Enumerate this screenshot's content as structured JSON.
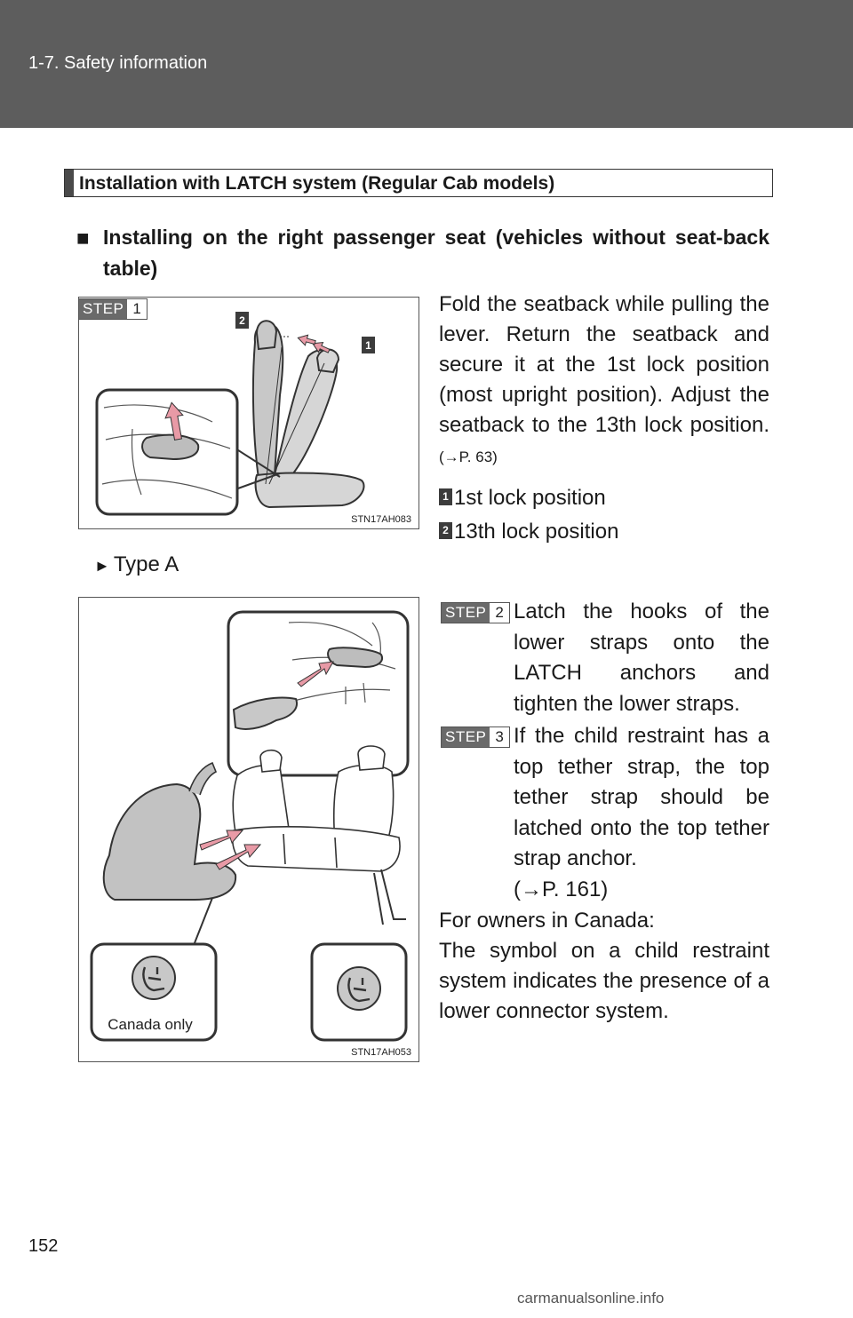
{
  "header": {
    "section": "1-7. Safety information"
  },
  "section_title": "Installation with LATCH system (Regular Cab models)",
  "subheading": {
    "bullet": "■",
    "text": "Installing on the right passenger seat (vehicles without seat-back table)"
  },
  "step1": {
    "badge_word": "STEP",
    "badge_num": "1",
    "text": "Fold the seatback while pulling the lever. Return the seatback and secure it at the 1st lock position (most upright position). Adjust the seatback to the 13th lock position.",
    "ref": "(→P. 63)",
    "figure_code": "STN17AH083",
    "callout_1": "1",
    "callout_2": "2",
    "legend": [
      {
        "num": "1",
        "label": "1st lock position"
      },
      {
        "num": "2",
        "label": "13th lock position"
      }
    ]
  },
  "type_label": {
    "marker": "►",
    "text": "Type A"
  },
  "figure2": {
    "code": "STN17AH053",
    "canada_label": "Canada only"
  },
  "step2": {
    "badge_word": "STEP",
    "badge_num": "2",
    "text": "Latch the hooks of the lower straps onto the LATCH anchors and tighten the lower straps."
  },
  "step3": {
    "badge_word": "STEP",
    "badge_num": "3",
    "text": "If the child restraint has a top tether strap, the top tether strap should be latched onto the top tether strap anchor.",
    "ref": "(→P. 161)"
  },
  "canada_note": {
    "heading": "For owners in Canada:",
    "text": "The symbol on a child restraint system indicates the presence of a lower connector system."
  },
  "page_number": "152",
  "watermark": "carmanualsonline.info"
}
